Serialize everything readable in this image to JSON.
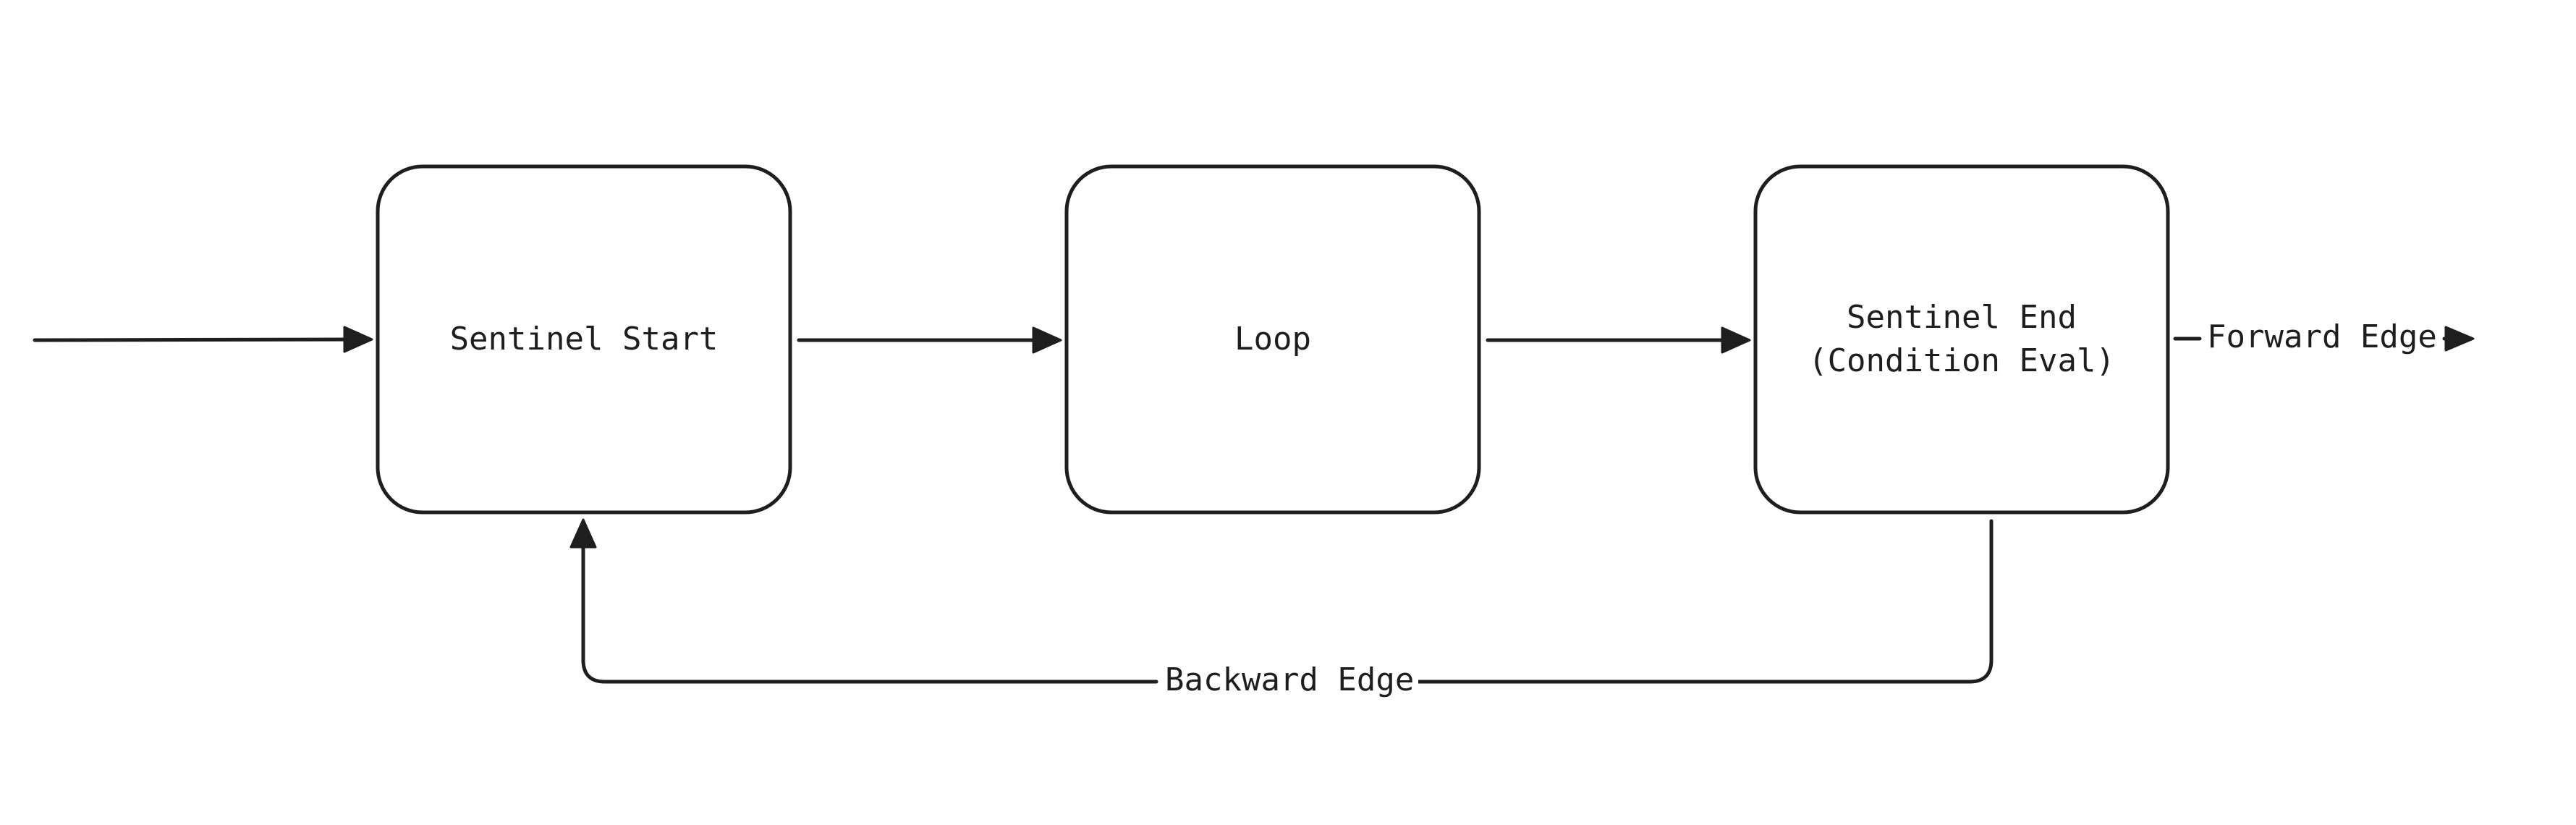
{
  "diagram": {
    "nodes": [
      {
        "id": "sentinel-start",
        "label": "Sentinel Start"
      },
      {
        "id": "loop",
        "label": "Loop"
      },
      {
        "id": "sentinel-end",
        "label": "Sentinel End\n(Condition Eval)"
      }
    ],
    "edges": {
      "forward_label": "Forward Edge",
      "backward_label": "Backward Edge"
    },
    "colors": {
      "stroke": "#1e1e1e",
      "background": "#ffffff"
    }
  }
}
